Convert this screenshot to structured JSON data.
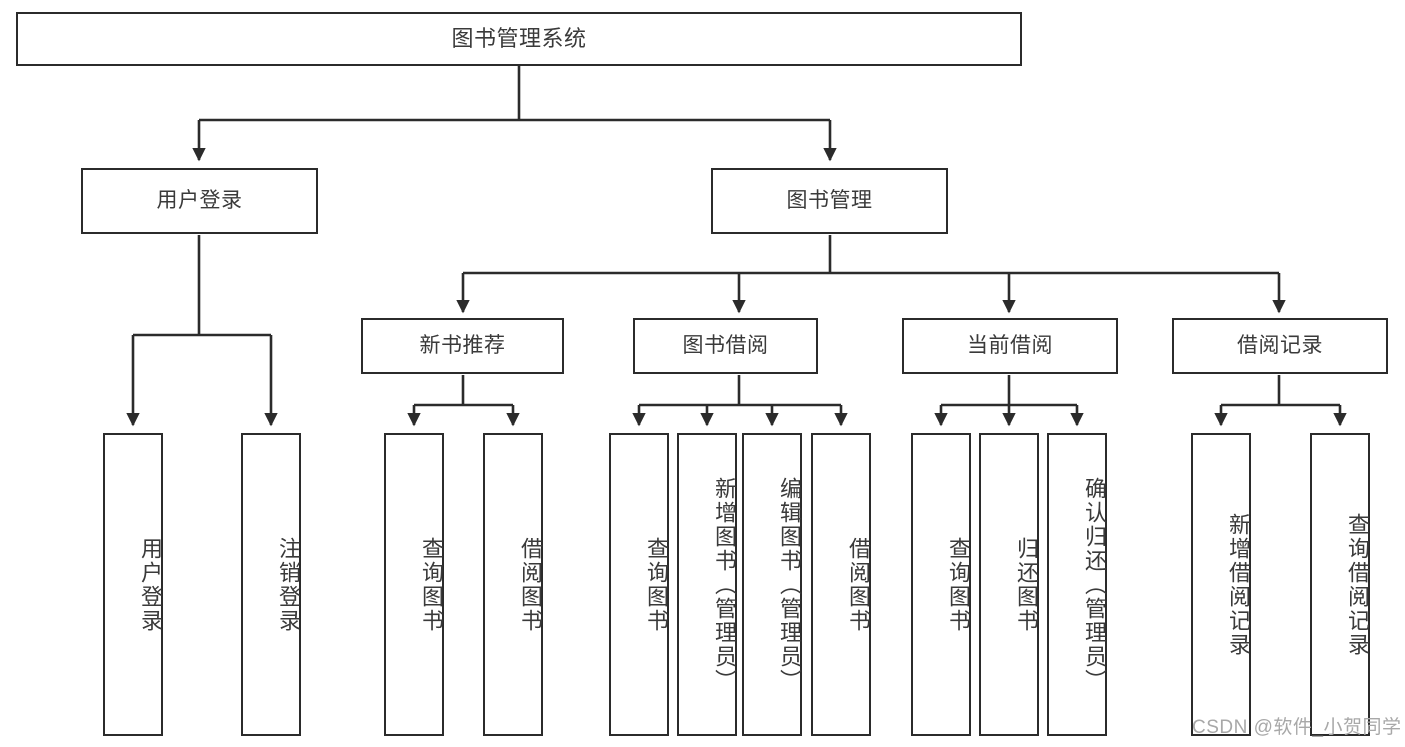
{
  "diagram": {
    "type": "tree-hierarchy",
    "title": "图书管理系统",
    "watermark": "CSDN @软件_小贺同学",
    "colors": {
      "line": "#2b2b2b",
      "box_border": "#2b2b2b",
      "box_fill": "#ffffff",
      "text": "#3a3a3a",
      "watermark": "#a8a8a8",
      "background": "#ffffff"
    },
    "root": {
      "label": "图书管理系统"
    },
    "level2": [
      {
        "label": "用户登录"
      },
      {
        "label": "图书管理"
      }
    ],
    "level3": [
      {
        "label": "新书推荐"
      },
      {
        "label": "图书借阅"
      },
      {
        "label": "当前借阅"
      },
      {
        "label": "借阅记录"
      }
    ],
    "leaves": {
      "user_login": [
        {
          "label": "用户登录"
        },
        {
          "label": "注销登录"
        }
      ],
      "new_book_recommend": [
        {
          "label": "查询图书"
        },
        {
          "label": "借阅图书"
        }
      ],
      "book_borrow": [
        {
          "label": "查询图书"
        },
        {
          "label": "新增图书（管理员）"
        },
        {
          "label": "编辑图书（管理员）"
        },
        {
          "label": "借阅图书"
        }
      ],
      "current_borrow": [
        {
          "label": "查询图书"
        },
        {
          "label": "归还图书"
        },
        {
          "label": "确认归还（管理员）"
        }
      ],
      "borrow_records": [
        {
          "label": "新增借阅记录"
        },
        {
          "label": "查询借阅记录"
        }
      ]
    }
  }
}
